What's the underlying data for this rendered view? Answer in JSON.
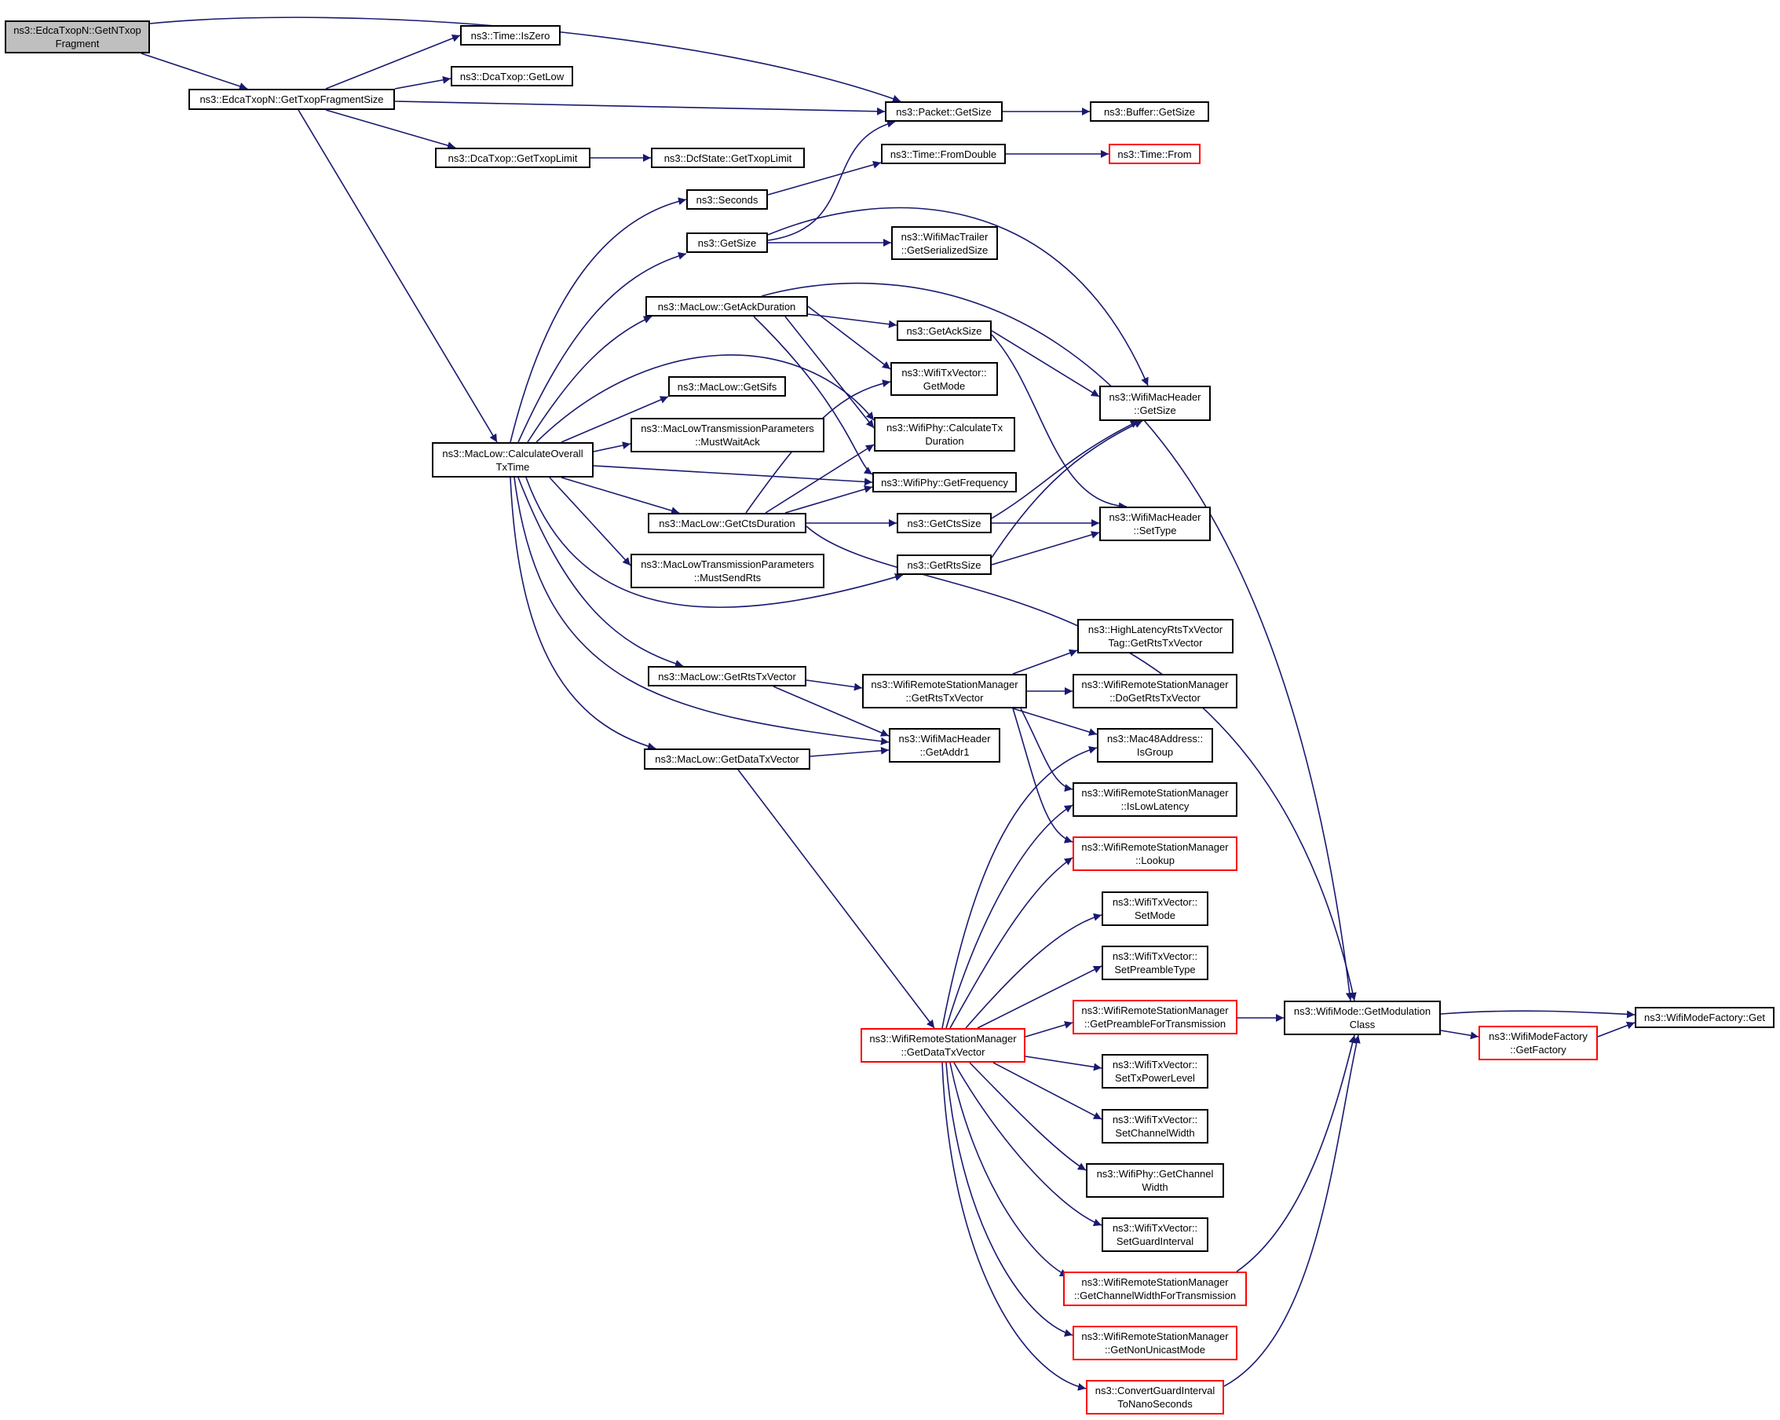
{
  "colors": {
    "edge": "#191970",
    "border": "#000000",
    "border_truncated": "#ff0000",
    "root_fill": "#bfbfbf"
  },
  "nodes": {
    "root": [
      "ns3::EdcaTxopN::GetNTxop",
      "Fragment"
    ],
    "getTxopFragmentSize": [
      "ns3::EdcaTxopN::GetTxopFragmentSize"
    ],
    "timeIsZero": [
      "ns3::Time::IsZero"
    ],
    "dcaGetLow": [
      "ns3::DcaTxop::GetLow"
    ],
    "packetGetSize": [
      "ns3::Packet::GetSize"
    ],
    "bufferGetSize": [
      "ns3::Buffer::GetSize"
    ],
    "dcaGetTxopLimit": [
      "ns3::DcaTxop::GetTxopLimit"
    ],
    "dcfGetTxopLimit": [
      "ns3::DcfState::GetTxopLimit"
    ],
    "timeFromDouble": [
      "ns3::Time::FromDouble"
    ],
    "timeFrom": [
      "ns3::Time::From"
    ],
    "seconds": [
      "ns3::Seconds"
    ],
    "getSize": [
      "ns3::GetSize"
    ],
    "trailerSerialized": [
      "ns3::WifiMacTrailer",
      "::GetSerializedSize"
    ],
    "getAckDuration": [
      "ns3::MacLow::GetAckDuration"
    ],
    "getAckSize": [
      "ns3::GetAckSize"
    ],
    "txGetMode": [
      "ns3::WifiTxVector::",
      "GetMode"
    ],
    "headerGetSize": [
      "ns3::WifiMacHeader",
      "::GetSize"
    ],
    "getSifs": [
      "ns3::MacLow::GetSifs"
    ],
    "mustWaitAck": [
      "ns3::MacLowTransmissionParameters",
      "::MustWaitAck"
    ],
    "calcTxDuration": [
      "ns3::WifiPhy::CalculateTx",
      "Duration"
    ],
    "calcOverall": [
      "ns3::MacLow::CalculateOverall",
      "TxTime"
    ],
    "getFrequency": [
      "ns3::WifiPhy::GetFrequency"
    ],
    "getCtsDuration": [
      "ns3::MacLow::GetCtsDuration"
    ],
    "getCtsSize": [
      "ns3::GetCtsSize"
    ],
    "headerSetType": [
      "ns3::WifiMacHeader",
      "::SetType"
    ],
    "mustSendRts": [
      "ns3::MacLowTransmissionParameters",
      "::MustSendRts"
    ],
    "getRtsSize": [
      "ns3::GetRtsSize"
    ],
    "hlGetRtsTxVector": [
      "ns3::HighLatencyRtsTxVector",
      "Tag::GetRtsTxVector"
    ],
    "macLowGetRtsTxVector": [
      "ns3::MacLow::GetRtsTxVector"
    ],
    "wrsmGetRtsTxVector": [
      "ns3::WifiRemoteStationManager",
      "::GetRtsTxVector"
    ],
    "doGetRtsTxVector": [
      "ns3::WifiRemoteStationManager",
      "::DoGetRtsTxVector"
    ],
    "getAddr1": [
      "ns3::WifiMacHeader",
      "::GetAddr1"
    ],
    "isGroup": [
      "ns3::Mac48Address::",
      "IsGroup"
    ],
    "getDataTxVector": [
      "ns3::MacLow::GetDataTxVector"
    ],
    "isLowLatency": [
      "ns3::WifiRemoteStationManager",
      "::IsLowLatency"
    ],
    "lookup": [
      "ns3::WifiRemoteStationManager",
      "::Lookup"
    ],
    "setMode": [
      "ns3::WifiTxVector::",
      "SetMode"
    ],
    "setPreambleType": [
      "ns3::WifiTxVector::",
      "SetPreambleType"
    ],
    "getPreambleForTx": [
      "ns3::WifiRemoteStationManager",
      "::GetPreambleForTransmission"
    ],
    "getModulationClass": [
      "ns3::WifiMode::GetModulation",
      "Class"
    ],
    "modeFactoryGet": [
      "ns3::WifiModeFactory::Get"
    ],
    "getFactory": [
      "ns3::WifiModeFactory",
      "::GetFactory"
    ],
    "wrsmGetDataTxVector": [
      "ns3::WifiRemoteStationManager",
      "::GetDataTxVector"
    ],
    "setTxPowerLevel": [
      "ns3::WifiTxVector::",
      "SetTxPowerLevel"
    ],
    "setChannelWidth": [
      "ns3::WifiTxVector::",
      "SetChannelWidth"
    ],
    "phyGetChannelWidth": [
      "ns3::WifiPhy::GetChannel",
      "Width"
    ],
    "setGuardInterval": [
      "ns3::WifiTxVector::",
      "SetGuardInterval"
    ],
    "getChannelWidthForTx": [
      "ns3::WifiRemoteStationManager",
      "::GetChannelWidthForTransmission"
    ],
    "getNonUnicastMode": [
      "ns3::WifiRemoteStationManager",
      "::GetNonUnicastMode"
    ],
    "convertGuardInterval": [
      "ns3::ConvertGuardInterval",
      "ToNanoSeconds"
    ]
  }
}
